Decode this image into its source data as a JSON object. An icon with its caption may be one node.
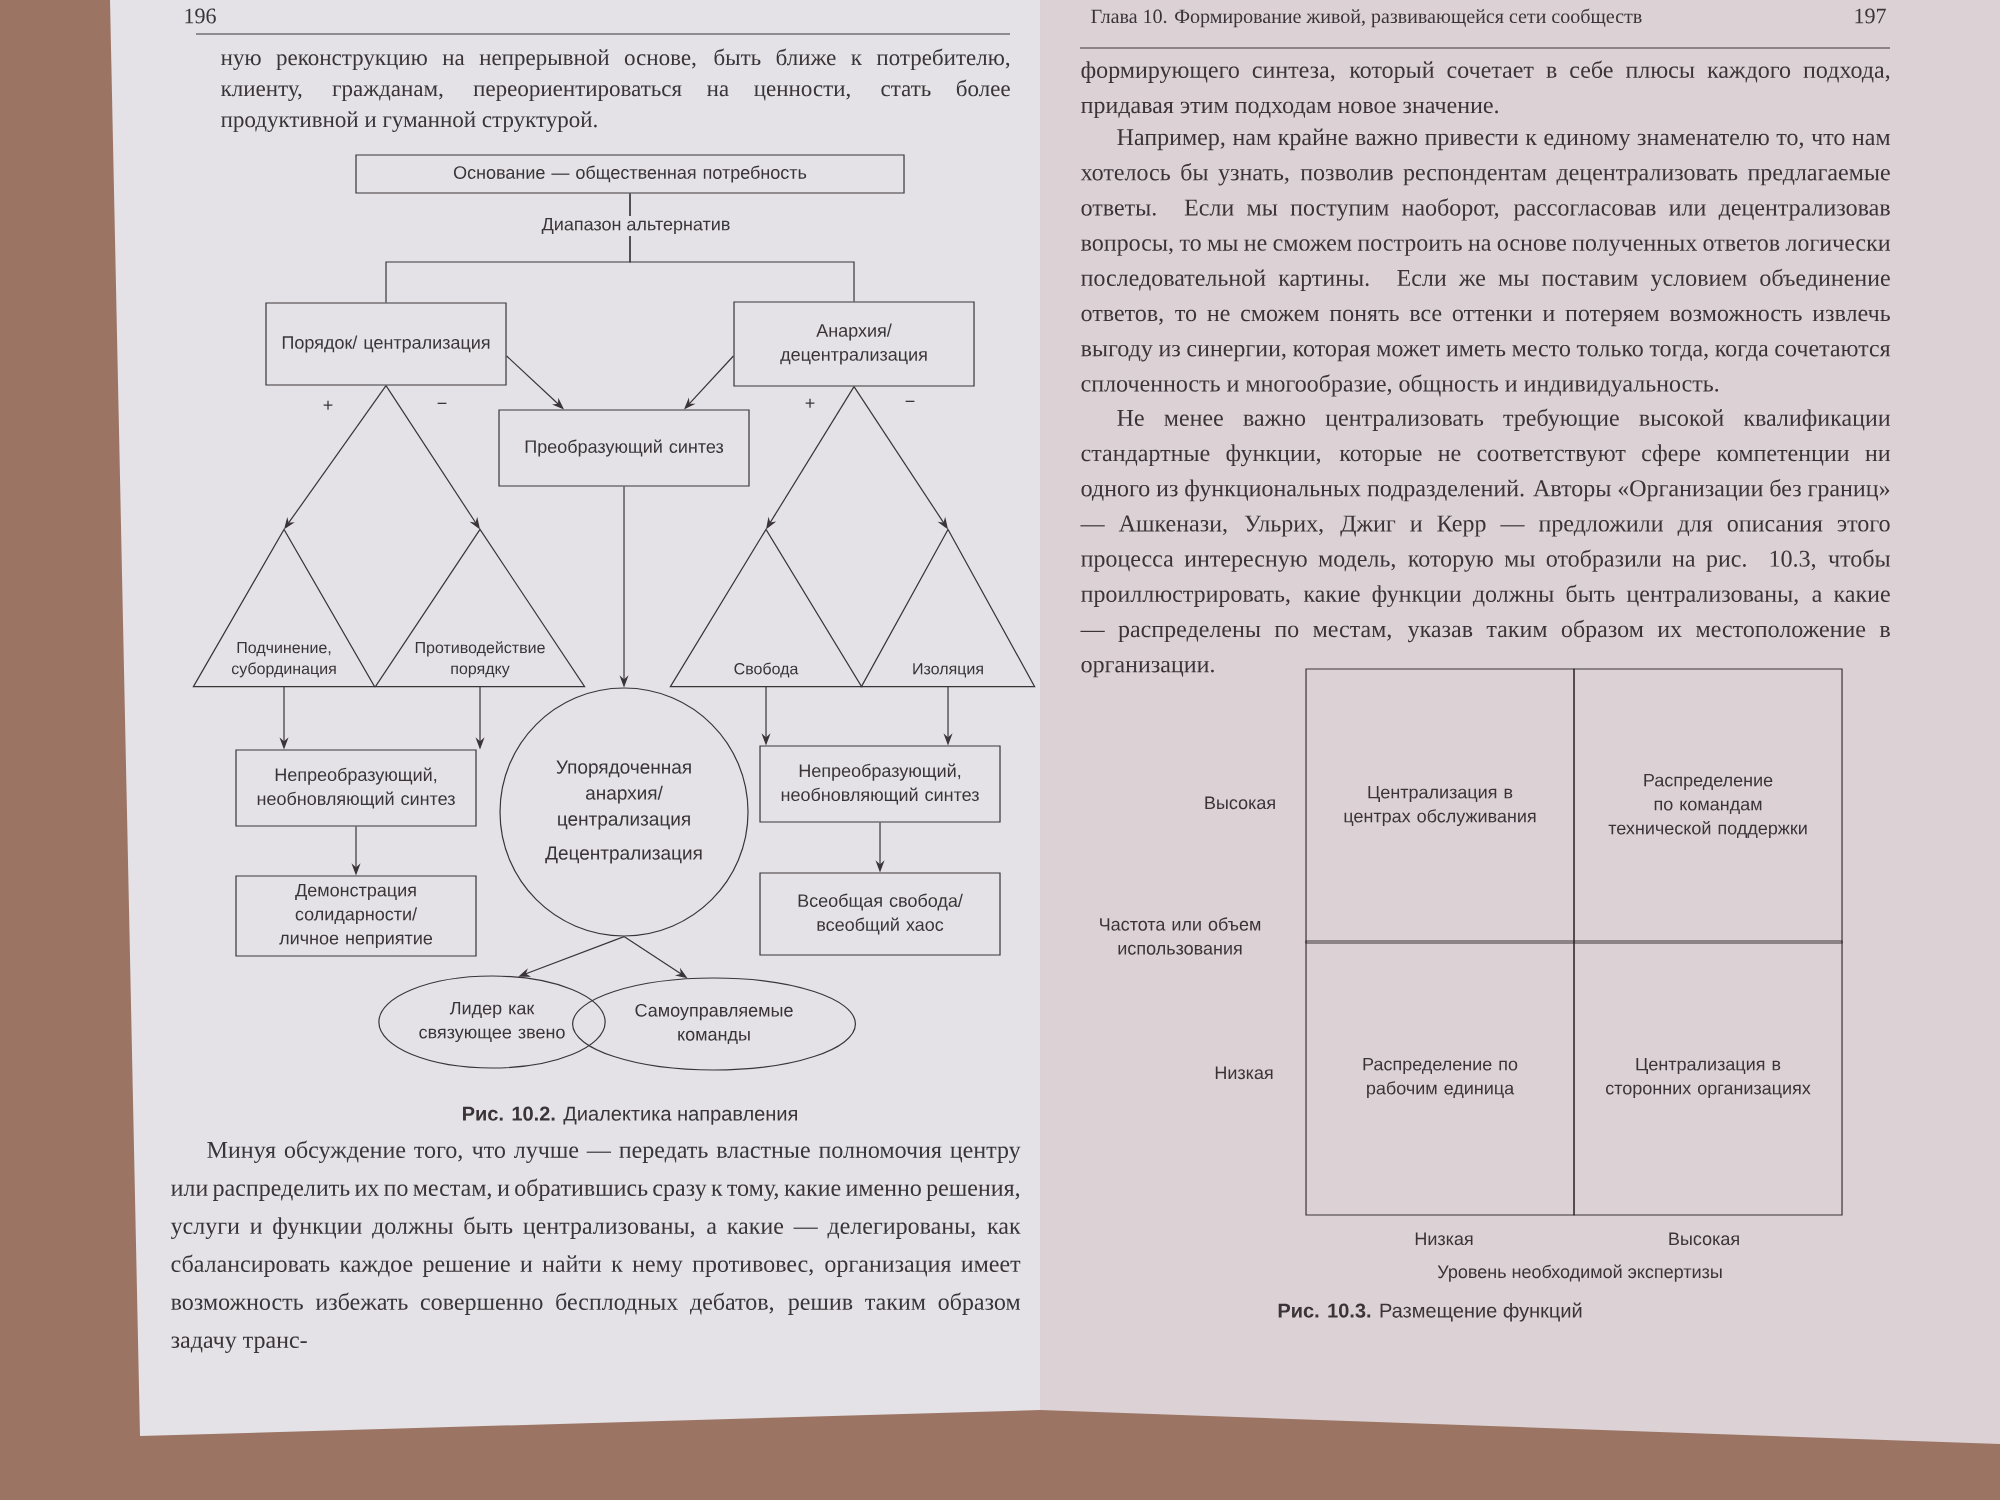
{
  "diagram": {
    "nodes": [
      {
        "text": [
          "Основание — общественная потребность"
        ]
      },
      {
        "text": [
          "Порядок/ централизация"
        ]
      },
      {
        "text": [
          "Анархия/ децентрализация"
        ]
      },
      {
        "text": [
          "Преобразующий синтез"
        ]
      },
      {
        "text": [
          "Подчинение, субординация"
        ]
      },
      {
        "text": [
          "Противодействие порядку"
        ]
      },
      {
        "text": [
          "Свобода"
        ]
      },
      {
        "text": [
          "Изоляция"
        ]
      },
      {
        "text": [
          "Непреобразующий, необновляющий синтез"
        ]
      },
      {
        "text": [
          "Упорядоченная анархия/ централизация",
          "Децентрализация"
        ]
      },
      {
        "text": [
          "Непреобразующий, необновляющий синтез"
        ]
      },
      {
        "text": [
          "Демонстрация солидарности/ личное неприятие"
        ]
      },
      {
        "text": [
          "Всеобщая свобода/ всеобщий хаос"
        ]
      },
      {
        "text": [
          "Лидер как связующее звено"
        ]
      },
      {
        "text": [
          "Самоуправляемые команды"
        ]
      },
      {
        "text": [
          "Централизация в центрах обслуживания"
        ]
      },
      {
        "text": [
          "Распределение по командам технической поддержки"
        ]
      },
      {
        "text": [
          "Распределение по рабочим единица"
        ]
      },
      {
        "text": [
          "Централизация в сторонних организациях"
        ]
      }
    ],
    "edges": [
      {
        "from": 0,
        "to": 1,
        "arrow": "none",
        "label": "Диапазон альтернатив"
      },
      {
        "from": 0,
        "to": 2,
        "arrow": "none"
      },
      {
        "from": 1,
        "to": 3,
        "arrow": "to"
      },
      {
        "from": 2,
        "to": 3,
        "arrow": "to"
      },
      {
        "from": 1,
        "to": 4,
        "arrow": "to",
        "label": "+"
      },
      {
        "from": 1,
        "to": 5,
        "arrow": "to",
        "label": "−"
      },
      {
        "from": 2,
        "to": 6,
        "arrow": "to",
        "label": "+"
      },
      {
        "from": 2,
        "to": 7,
        "arrow": "to",
        "label": "−"
      },
      {
        "from": 3,
        "to": 9,
        "arrow": "to"
      },
      {
        "from": 4,
        "to": 8,
        "arrow": "to"
      },
      {
        "from": 5,
        "to": 8,
        "arrow": "to"
      },
      {
        "from": 6,
        "to": 10,
        "arrow": "to"
      },
      {
        "from": 7,
        "to": 10,
        "arrow": "to"
      },
      {
        "from": 8,
        "to": 11,
        "arrow": "to"
      },
      {
        "from": 10,
        "to": 12,
        "arrow": "to"
      },
      {
        "from": 9,
        "to": 13,
        "arrow": "to"
      },
      {
        "from": 9,
        "to": 14,
        "arrow": "to"
      }
    ],
    "labels": [
      "196",
      "ную реконструкцию на непрерывной основе, быть ближе к потребителю, клиенту, гражданам, переориентироваться на ценности, стать более продуктивной и гуманной структурой.",
      "**Рис. 10.2.** Диалектика направления",
      "Минуя обсуждение того, что лучше — передать властные полномочия центру или распределить их по местам, и обратившись сразу к тому, какие именно решения, услуги и функции должны быть централизованы, а какие — делегированы, как сбалансировать каждое решение и найти к нему противовес, организация имеет возможность избежать совершенно бесплодных дебатов, решив таким образом задачу транс-",
      "Глава 10. Формирование живой, развивающейся сети сообществ",
      "197",
      "формирующего синтеза, который сочетает в себе плюсы каждого подхода, придавая этим подходам новое значение.",
      "Например, нам крайне важно привести к единому знаменателю то, что нам хотелось бы узнать, позволив респондентам децентрализовать предлагаемые ответы. Если мы поступим наоборот, рассогласовав или децентрализовав вопросы, то мы не сможем построить на основе полученных ответов логически последовательной картины. Если же мы поставим условием объединение ответов, то не сможем понять все оттенки и потеряем возможность извлечь выгоду из синергии, которая может иметь место только тогда, когда сочетаются сплоченность и многообразие, общность и индивидуальность.",
      "Не менее важно централизовать требующие высокой квалификации стандартные функции, которые не соответствуют сфере компетенции ни одного из функциональных подразделений. Авторы «Организации без границ» — Ашкенази, Ульрих, Джиг и Керр — предложили для описания этого процесса интересную модель, которую мы отобразили на рис. 10.3, чтобы проиллюстрировать, какие функции должны быть централизованы, а какие — распределены по местам, указав таким образом их местоположение в организации.",
      "Высокая",
      "Частота или объем использования",
      "Низкая",
      "Низкая",
      "Высокая",
      "Уровень необходимой экспертизы",
      "**Рис. 10.3.** Размещение функций"
    ]
  }
}
